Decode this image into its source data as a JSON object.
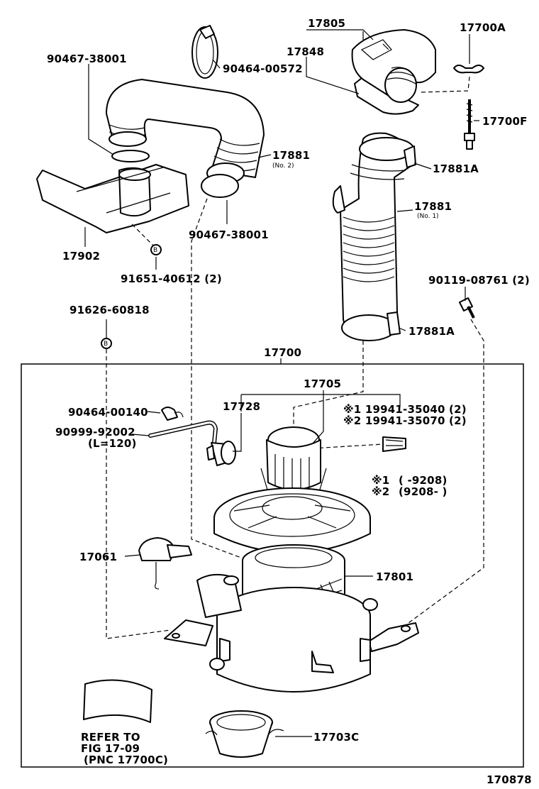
{
  "labels": {
    "p17805": "17805",
    "p17848": "17848",
    "p17700A": "17700A",
    "p17700F": "17700F",
    "p90467_top": "90467-38001",
    "p90464_00572": "90464-00572",
    "p17881_no2": "17881",
    "p17881_no2_sub": "(No. 2)",
    "p17881A_top": "17881A",
    "p17881_no1": "17881",
    "p17881_no1_sub": "(No. 1)",
    "p90467_bot": "90467-38001",
    "p17902": "17902",
    "p91651": "91651-40612 (2)",
    "p90119": "90119-08761 (2)",
    "p91626": "91626-60818",
    "p17881A_bot": "17881A",
    "p17700": "17700",
    "p17705": "17705",
    "p17728": "17728",
    "p90464_00140": "90464-00140",
    "p90999": "90999-92002",
    "p90999_sub": "(L=120)",
    "note1": "※1 19941-35040 (2)",
    "note2": "※2 19941-35070 (2)",
    "range1_mark": "※1",
    "range1_val": "( -9208)",
    "range2_mark": "※2",
    "range2_val": "(9208- )",
    "p17061": "17061",
    "p17801": "17801",
    "p17703C": "17703C",
    "refer1": "REFER TO",
    "refer2": "FIG 17-09",
    "refer3": "(PNC 17700C)",
    "diagram_id": "170878",
    "bolt_mark_b": "B"
  }
}
